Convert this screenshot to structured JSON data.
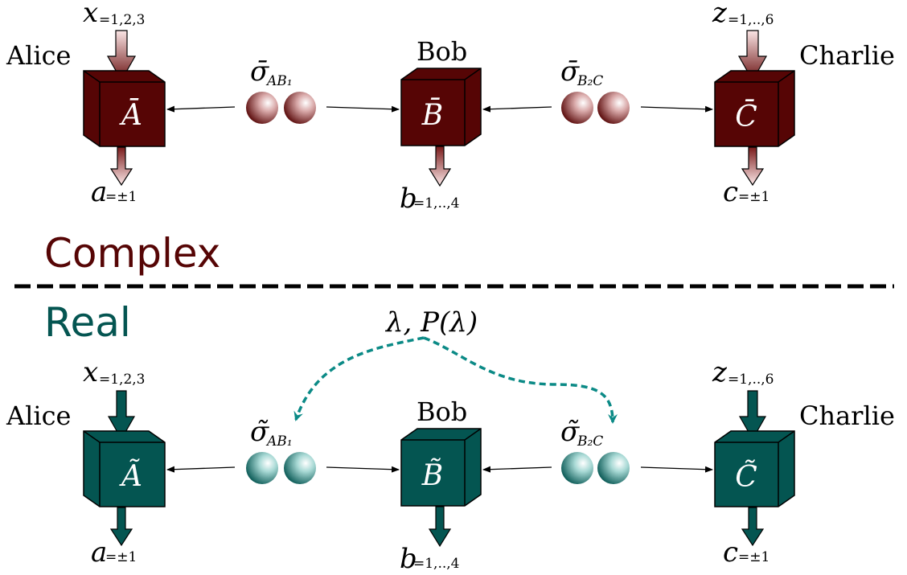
{
  "colors": {
    "complex": "#560505",
    "complex_light": "#f4d6d6",
    "real": "#045551",
    "real_light": "#d8f2f0",
    "dashed_link": "#0b8a86"
  },
  "separator": {
    "style": "dashed"
  },
  "complex": {
    "section_label": "Complex",
    "alice": {
      "name": "Alice",
      "box": "Ā",
      "input_var": "x",
      "input_sub": "=1,2,3",
      "output_var": "a",
      "output_sub": "=±1"
    },
    "bob": {
      "name": "Bob",
      "box": "B̄",
      "output_var": "b",
      "output_sub": "=1,..,4"
    },
    "charlie": {
      "name": "Charlie",
      "box": "C̄",
      "input_var": "z",
      "input_sub": "=1,..,6",
      "output_var": "c",
      "output_sub": "=±1"
    },
    "source_ab": {
      "symbol": "σ̄",
      "sub": "AB₁"
    },
    "source_bc": {
      "symbol": "σ̄",
      "sub": "B₂C"
    }
  },
  "real": {
    "section_label": "Real",
    "hidden_variable": "λ, P(λ)",
    "alice": {
      "name": "Alice",
      "box": "Ã",
      "input_var": "x",
      "input_sub": "=1,2,3",
      "output_var": "a",
      "output_sub": "=±1"
    },
    "bob": {
      "name": "Bob",
      "box": "B̃",
      "output_var": "b",
      "output_sub": "=1,..,4"
    },
    "charlie": {
      "name": "Charlie",
      "box": "C̃",
      "input_var": "z",
      "input_sub": "=1,..,6",
      "output_var": "c",
      "output_sub": "=±1"
    },
    "source_ab": {
      "symbol": "σ̃",
      "sub": "AB₁"
    },
    "source_bc": {
      "symbol": "σ̃",
      "sub": "B₂C"
    }
  }
}
